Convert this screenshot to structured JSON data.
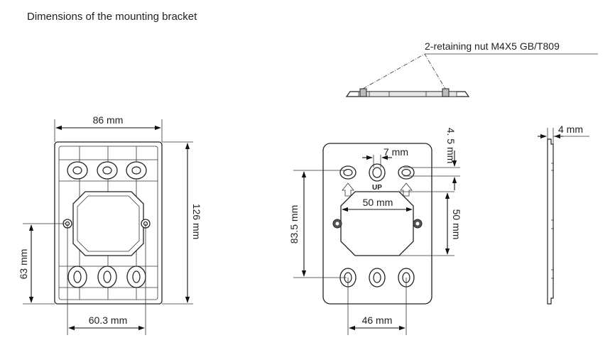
{
  "title": "Dimensions of the mounting bracket",
  "callout": "2-retaining nut M4X5 GB/T809",
  "front": {
    "width_label": "86 mm",
    "height_label": "126 mm",
    "half_height_label": "63 mm",
    "hole_spacing_label": "60.3 mm"
  },
  "back": {
    "thickness_label": "4. 5 mm",
    "slot_label": "7 mm",
    "up_label": "UP",
    "opening_width_label": "50 mm",
    "opening_height_label": "50 mm",
    "vertical_spacing_label": "83.5 mm",
    "bottom_spacing_label": "46 mm"
  },
  "side": {
    "thickness_label": "4 mm"
  }
}
